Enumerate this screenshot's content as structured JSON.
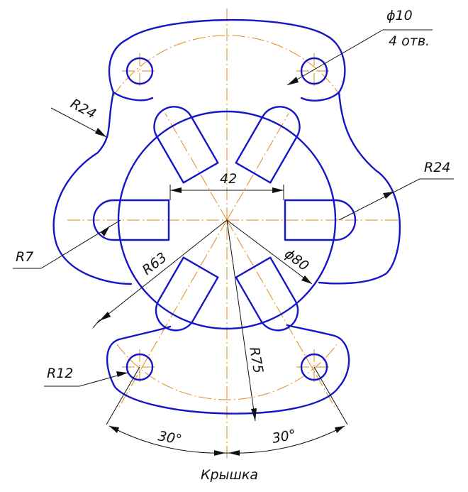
{
  "colors": {
    "outline": "#1616c8",
    "centerline": "#e08a1e",
    "dimension": "#111111",
    "background": "#ffffff"
  },
  "dimensions": {
    "hole_diameter": "ϕ10",
    "hole_count": "4 отв.",
    "radius_top_left": "R24",
    "radius_right": "R24",
    "width_slots": "42",
    "radius_slot": "R7",
    "diameter_center": "ϕ80",
    "radius_63": "R63",
    "radius_12": "R12",
    "radius_75": "R75",
    "angle_left": "30°",
    "angle_right": "30°"
  },
  "title": "Крышка"
}
